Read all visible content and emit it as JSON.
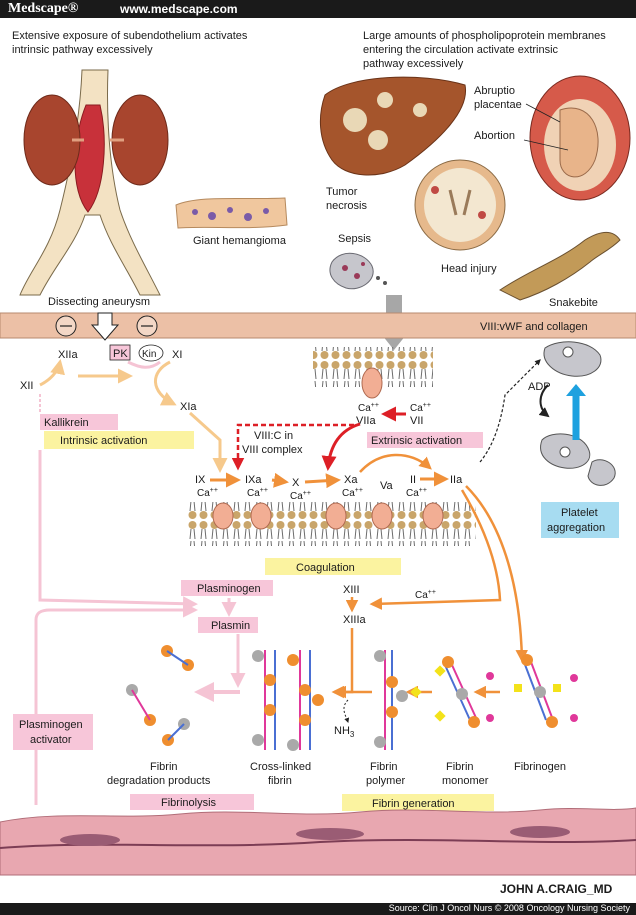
{
  "header": {
    "logo": "Medscape®",
    "url": "www.medscape.com"
  },
  "footer": {
    "source": "Source: Clin J Oncol Nurs © 2008 Oncology Nursing Society"
  },
  "signature": "JOHN A.CRAIG_MD",
  "captions": {
    "intrinsic_cause_1": "Extensive exposure of subendothelium activates",
    "intrinsic_cause_2": "intrinsic pathway excessively",
    "extrinsic_cause_1": "Large amounts of phospholipoprotein membranes",
    "extrinsic_cause_2": "entering the circulation activate extrinsic",
    "extrinsic_cause_3": "pathway excessively",
    "abruptio_1": "Abruptio",
    "abruptio_2": "placentae",
    "abortion": "Abortion",
    "tumor_1": "Tumor",
    "tumor_2": "necrosis",
    "giant_hemangioma": "Giant hemangioma",
    "sepsis": "Sepsis",
    "head_injury": "Head injury",
    "snakebite": "Snakebite",
    "dissecting_aneurysm": "Dissecting aneurysm",
    "vwf_collagen": "VIII:vWF and collagen"
  },
  "factors": {
    "xii": "XII",
    "xiia": "XIIa",
    "pk": "PK",
    "kin": "Kin",
    "xi": "XI",
    "xia": "XIa",
    "kallikrein": "Kallikrein",
    "ix": "IX",
    "ixa": "IXa",
    "x": "X",
    "xa": "Xa",
    "va": "Va",
    "ii": "II",
    "iia": "IIa",
    "ca": "Ca",
    "ca_sup": "++",
    "viia": "VIIa",
    "vii": "VII",
    "viiic_1": "VIII:C in",
    "viiic_2": "VIII complex",
    "xiii": "XIII",
    "xiiia": "XIIIa",
    "adp": "ADP",
    "nh3_base": "NH",
    "nh3_sub": "3"
  },
  "labels": {
    "intrinsic_activation": "Intrinsic activation",
    "extrinsic_activation": "Extrinsic activation",
    "coagulation": "Coagulation",
    "platelet_1": "Platelet",
    "platelet_2": "aggregation",
    "plasminogen": "Plasminogen",
    "plasmin": "Plasmin",
    "plasminogen_activator_1": "Plasminogen",
    "plasminogen_activator_2": "activator",
    "fdp_1": "Fibrin",
    "fdp_2": "degradation products",
    "crosslinked_1": "Cross-linked",
    "crosslinked_2": "fibrin",
    "polymer_1": "Fibrin",
    "polymer_2": "polymer",
    "monomer_1": "Fibrin",
    "monomer_2": "monomer",
    "fibrinogen": "Fibrinogen",
    "fibrinolysis": "Fibrinolysis",
    "fibrin_generation": "Fibrin generation"
  },
  "colors": {
    "pink_box": "#f7c6d9",
    "yellow_box": "#fbf3a0",
    "blue_box": "#a7dcf1",
    "orange_arrow": "#f0913a",
    "light_orange_arrow": "#f6c98c",
    "pink_arrow": "#f5c4d4",
    "red_arrow": "#dd1f26",
    "blue_arrow": "#1ea1df",
    "gray_arrow": "#a7a7a7",
    "vessel_wall": "#ecc0a6",
    "membrane_head": "#c9a56a",
    "fibrin_orange": "#ef8e2f",
    "fibrin_gray": "#a9a9a9"
  }
}
